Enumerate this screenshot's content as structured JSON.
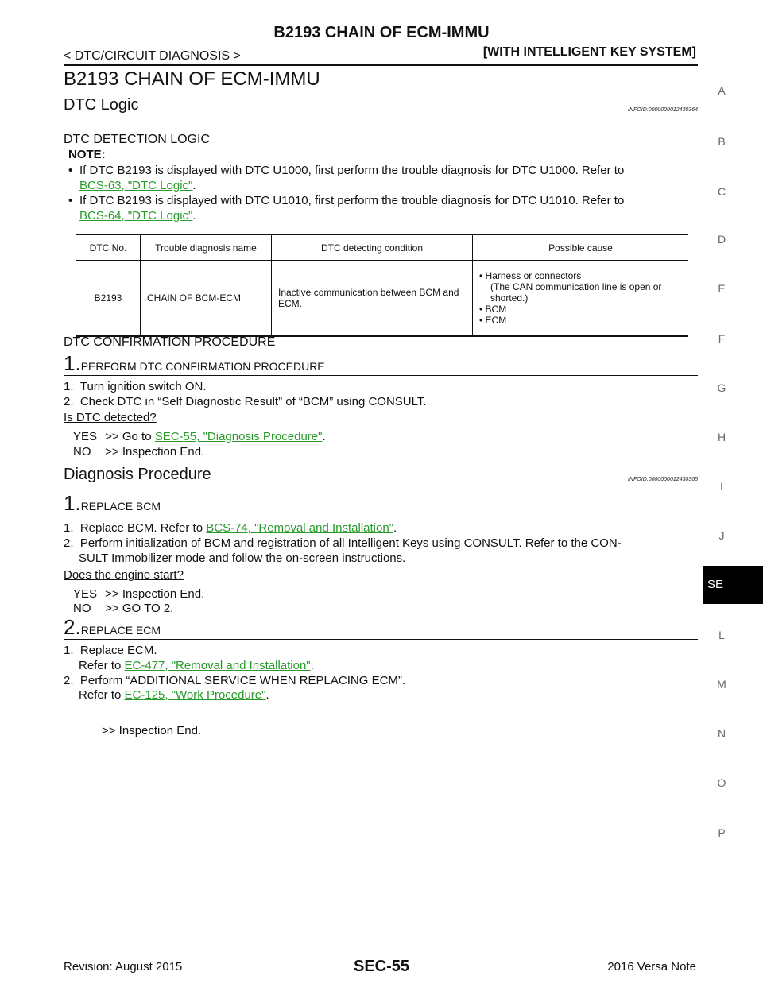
{
  "header": {
    "title": "B2193 CHAIN OF ECM-IMMU",
    "left": "< DTC/CIRCUIT DIAGNOSIS >",
    "right": "[WITH INTELLIGENT KEY SYSTEM]"
  },
  "page_title": "B2193 CHAIN OF ECM-IMMU",
  "dtc_logic": {
    "heading": "DTC Logic",
    "infoid": "INFOID:0000000012430364",
    "detection_heading": "DTC DETECTION LOGIC",
    "note_label": "NOTE:",
    "notes": [
      {
        "text": "If DTC B2193 is displayed with DTC U1000, first perform the trouble diagnosis for DTC U1000. Refer to",
        "link": "BCS-63, \"DTC Logic\"",
        "suffix": "."
      },
      {
        "text": "If DTC B2193 is displayed with DTC U1010, first perform the trouble diagnosis for DTC U1010. Refer to",
        "link": "BCS-64, \"DTC Logic\"",
        "suffix": "."
      }
    ],
    "table": {
      "headers": [
        "DTC No.",
        "Trouble diagnosis name",
        "DTC detecting condition",
        "Possible cause"
      ],
      "row": {
        "dtc_no": "B2193",
        "name": "CHAIN OF BCM-ECM",
        "condition": "Inactive communication between BCM and ECM.",
        "causes": [
          "Harness or connectors",
          "(The CAN communication line is open or shorted.)",
          "BCM",
          "ECM"
        ]
      }
    },
    "confirmation_heading": "DTC CONFIRMATION PROCEDURE",
    "step1": {
      "num": "1.",
      "title": "PERFORM DTC CONFIRMATION PROCEDURE",
      "items": [
        "1.  Turn ignition switch ON.",
        "2.  Check DTC in “Self Diagnostic Result” of “BCM” using CONSULT."
      ],
      "question": "Is DTC detected?",
      "yes_label": "YES",
      "yes_text": ">> Go to",
      "yes_link": "SEC-55, \"Diagnosis Procedure\"",
      "yes_suffix": ".",
      "no_label": "NO",
      "no_text": ">> Inspection End."
    }
  },
  "diag_proc": {
    "heading": "Diagnosis Procedure",
    "infoid": "INFOID:0000000012430365",
    "step1": {
      "num": "1.",
      "title": "REPLACE BCM",
      "item1_prefix": "1.  Replace BCM. Refer to",
      "item1_link": "BCS-74, \"Removal and Installation\"",
      "item1_suffix": ".",
      "item2_line1": "2.  Perform initialization of BCM and registration of all Intelligent Keys using CONSULT. Refer to the CON-",
      "item2_line2": "SULT Immobilizer mode and follow the on-screen instructions.",
      "question": "Does the engine start?",
      "yes_label": "YES",
      "yes_text": ">> Inspection End.",
      "no_label": "NO",
      "no_text": ">> GO TO 2."
    },
    "step2": {
      "num": "2.",
      "title": "REPLACE ECM",
      "item1": "1.  Replace ECM.",
      "item1_ref": "Refer to",
      "item1_link": "EC-477, \"Removal and Installation\"",
      "item1_suffix": ".",
      "item2": "2.  Perform “ADDITIONAL SERVICE WHEN REPLACING ECM”.",
      "item2_ref": "Refer to",
      "item2_link": "EC-125, \"Work Procedure\"",
      "item2_suffix": ".",
      "end_text": ">> Inspection End."
    }
  },
  "sidebar": {
    "letters": [
      "A",
      "B",
      "C",
      "D",
      "E",
      "F",
      "G",
      "H",
      "I",
      "J",
      "L",
      "M",
      "N",
      "O",
      "P"
    ],
    "active_tab": "SE"
  },
  "footer": {
    "left": "Revision: August 2015",
    "center": "SEC-55",
    "right": "2016 Versa Note"
  },
  "colors": {
    "link": "#2a9a2a",
    "tab_bg": "#000000"
  }
}
